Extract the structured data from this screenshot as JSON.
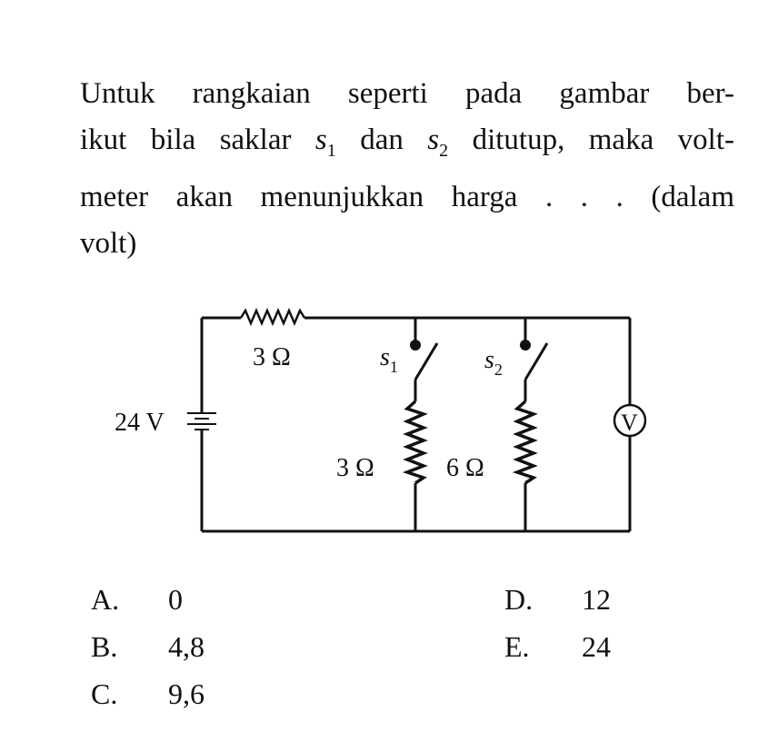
{
  "question": {
    "line1": "Untuk rangkaian seperti pada gambar ber-",
    "line2_a": "ikut bila saklar ",
    "line2_s": "s",
    "line2_s1_sub": "1",
    "line2_b": " dan ",
    "line2_s2_sub": "2",
    "line2_c": " ditutup, maka volt-",
    "line3": "meter akan menunjukkan harga . . . (dalam",
    "line4": "volt)"
  },
  "circuit": {
    "source_label": "24 V",
    "series_resistor": "3 Ω",
    "switch1": "s",
    "switch1_sub": "1",
    "switch2": "s",
    "switch2_sub": "2",
    "branch1_resistor": "3 Ω",
    "branch2_resistor": "6 Ω",
    "voltmeter": "V"
  },
  "options": [
    {
      "key": "A.",
      "value": "0"
    },
    {
      "key": "B.",
      "value": "4,8"
    },
    {
      "key": "C.",
      "value": "9,6"
    },
    {
      "key": "D.",
      "value": "12"
    },
    {
      "key": "E.",
      "value": "24"
    }
  ]
}
